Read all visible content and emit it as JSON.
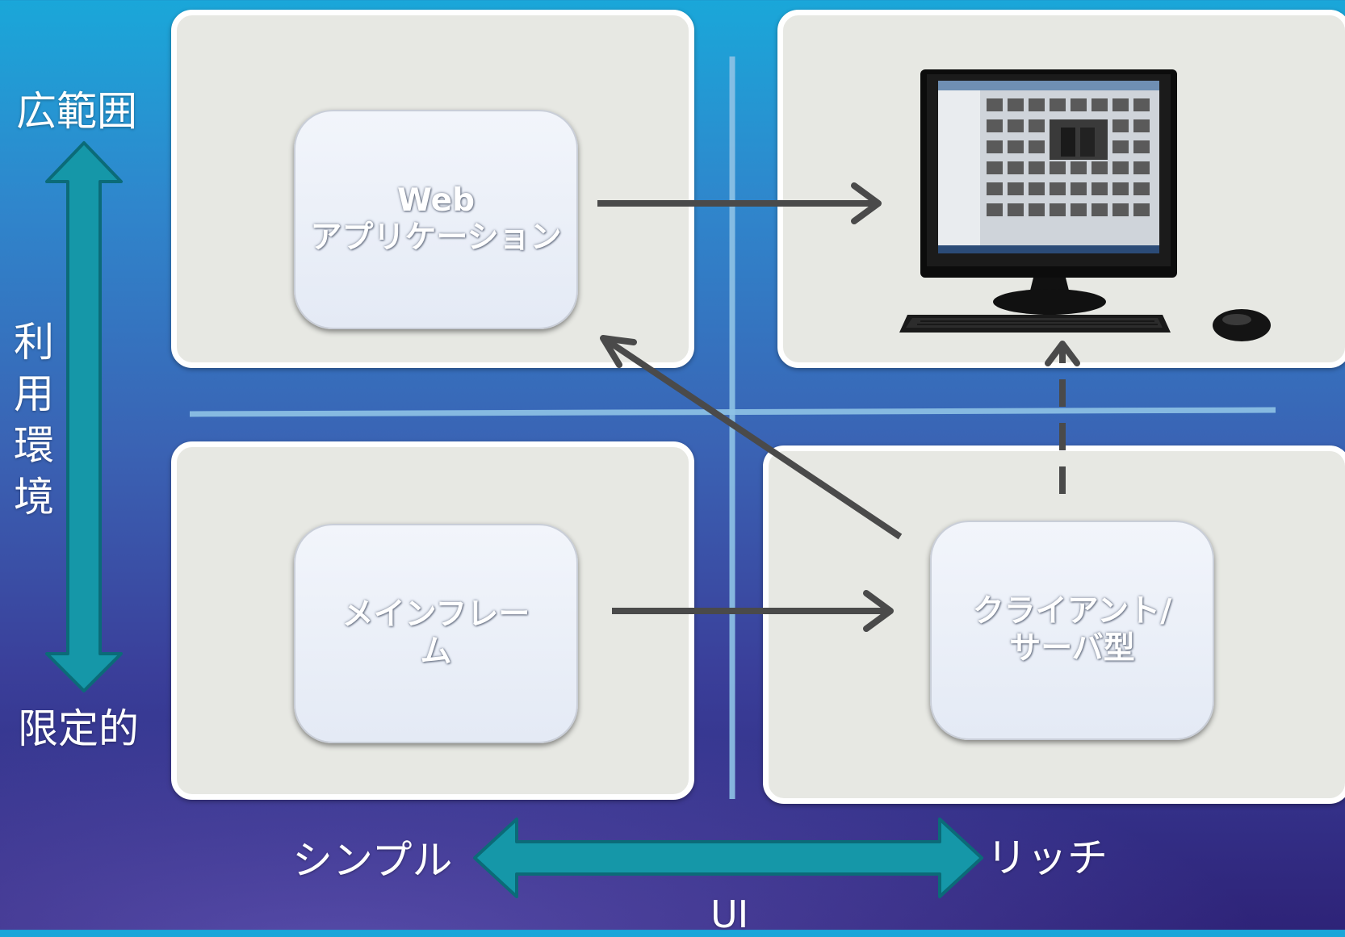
{
  "axes": {
    "vertical": {
      "top_label": "広範囲",
      "middle_label": "利用環境",
      "bottom_label": "限定的"
    },
    "horizontal": {
      "left_label": "シンプル",
      "right_label": "リッチ",
      "title": "UI"
    }
  },
  "nodes": {
    "web_app": "Web\nアプリケーション",
    "mainframe": "メインフレー\nム",
    "client_server": "クライアント/\nサーバ型"
  },
  "colors": {
    "axis_arrow": "#1597a8",
    "axis_arrow_edge": "#0b6b78",
    "flow_arrow": "#4a4a4a",
    "divider": "#8fc3e6",
    "quadrant_fill": "#e7e8e3",
    "quadrant_border": "#ffffff"
  },
  "icons": {
    "computer": "desktop-computer-icon"
  }
}
